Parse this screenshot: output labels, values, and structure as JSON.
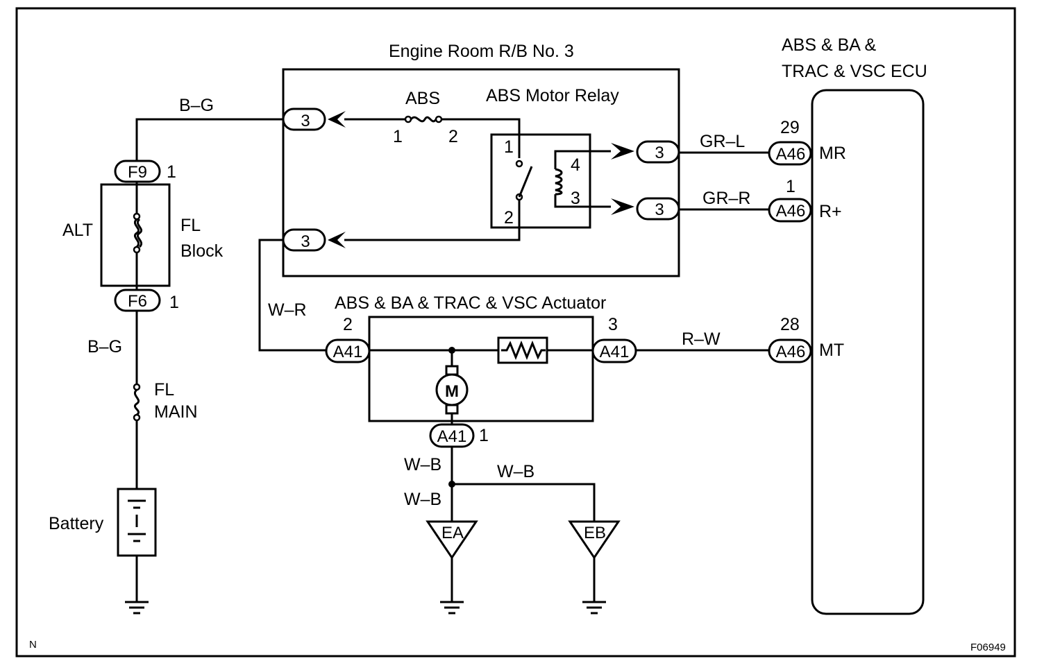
{
  "labels": {
    "engine_room_rb": "Engine Room R/B No. 3",
    "ecu_line1": "ABS & BA &",
    "ecu_line2": "TRAC & VSC ECU",
    "actuator": "ABS & BA & TRAC & VSC Actuator",
    "abs_fuse": "ABS",
    "abs_motor_relay": "ABS Motor Relay",
    "alt": "ALT",
    "fl_block_1": "FL",
    "fl_block_2": "Block",
    "fl_main_1": "FL",
    "fl_main_2": "MAIN",
    "battery": "Battery",
    "corner_n": "N",
    "figure_code": "F06949"
  },
  "wires": {
    "bg_top": "B–G",
    "bg_bottom": "B–G",
    "wr": "W–R",
    "grl": "GR–L",
    "grr": "GR–R",
    "rw": "R–W",
    "wb_1": "W–B",
    "wb_2": "W–B",
    "wb_3": "W–B"
  },
  "connectors": {
    "f9": "F9",
    "f9_pin": "1",
    "f6": "F6",
    "f6_pin": "1",
    "rb_in_top": "3",
    "rb_in_bottom": "3",
    "rb_out_top": "3",
    "rb_out_bottom": "3",
    "a41_left": "A41",
    "a41_left_pin": "2",
    "a41_right": "A41",
    "a41_right_pin": "3",
    "a41_bottom": "A41",
    "a41_bottom_pin": "1",
    "a46_mr": "A46",
    "a46_mr_pin": "29",
    "a46_r": "A46",
    "a46_r_pin": "1",
    "a46_mt": "A46",
    "a46_mt_pin": "28"
  },
  "pins": {
    "fuse_1": "1",
    "fuse_2": "2",
    "relay_1": "1",
    "relay_2": "2",
    "relay_3": "3",
    "relay_4": "4"
  },
  "ecu_terminals": {
    "mr": "MR",
    "r_plus": "R+",
    "mt": "MT"
  },
  "grounds": {
    "ea": "EA",
    "eb": "EB"
  },
  "motor": "M"
}
